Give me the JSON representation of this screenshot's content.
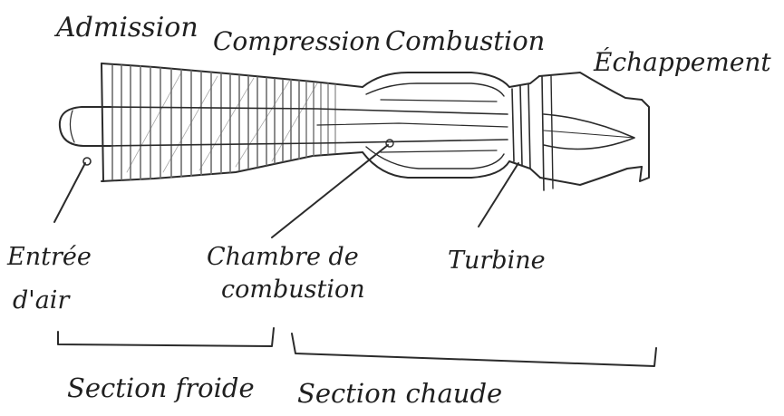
{
  "labels": {
    "admission": "Admission",
    "compression": "Compression",
    "combustion": "Combustion",
    "echappement": "Échappement",
    "entree_air_1": "Entrée",
    "entree_air_2": "d'air",
    "chambre_1": "Chambre de",
    "chambre_2": "combustion",
    "turbine": "Turbine",
    "section_froide": "Section froide",
    "section_chaude": "Section chaude"
  },
  "colors": {
    "ink": "#2b2b2b",
    "pencil": "#6e6e6e",
    "paper": "#ffffff"
  }
}
